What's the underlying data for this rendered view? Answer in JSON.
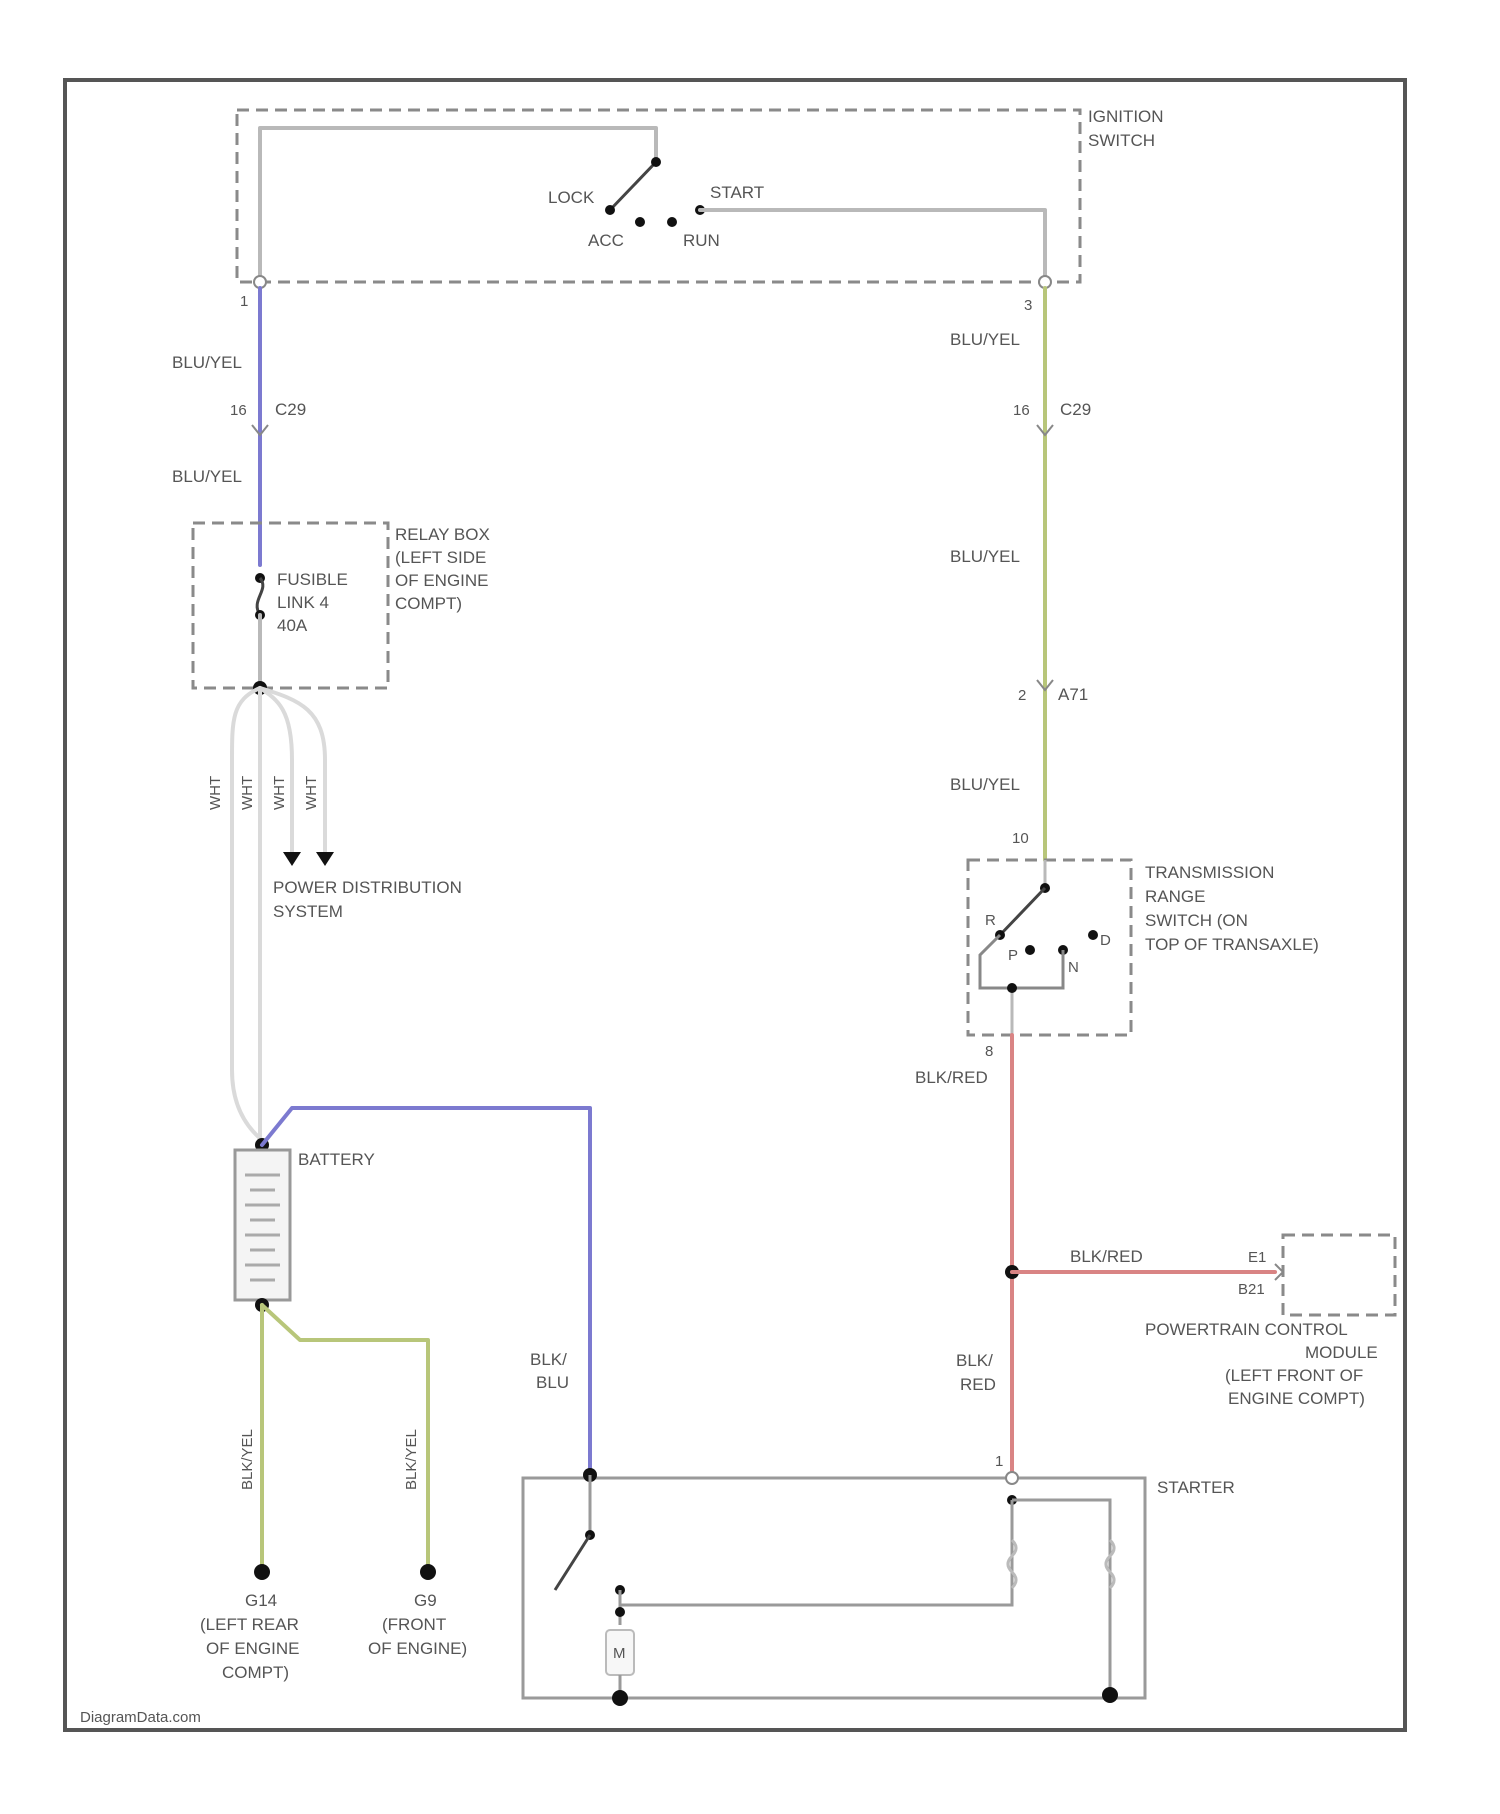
{
  "colors": {
    "background": "#ffffff",
    "frame": "#555555",
    "wire_default": "#b9b9b9",
    "wire_blue": "#7c7ad0",
    "wire_yellow": "#b8c67a",
    "wire_red": "#d98484",
    "wire_white": "#e0e0e0",
    "node": "#111111"
  },
  "ignition_switch": {
    "title_lines": [
      "IGNITION",
      "SWITCH"
    ],
    "pos_lock": "LOCK",
    "pos_acc": "ACC",
    "pos_run": "RUN",
    "pos_start": "START",
    "pin_left": "1",
    "pin_right": "3"
  },
  "left_branch": {
    "wire_upper": "BLU/YEL",
    "connector_pin": "16",
    "connector_name": "C29",
    "wire_lower": "BLU/YEL"
  },
  "relay_box": {
    "title_lines": [
      "RELAY BOX",
      "(LEFT SIDE",
      "OF ENGINE",
      "COMPT)"
    ],
    "fuse_lines": [
      "FUSIBLE",
      "LINK 4",
      "40A"
    ]
  },
  "fan_wires": [
    "WHT",
    "WHT",
    "WHT",
    "WHT"
  ],
  "power_distribution": {
    "lines": [
      "POWER DISTRIBUTION",
      "SYSTEM"
    ]
  },
  "battery": {
    "label": "BATTERY"
  },
  "grounds": {
    "wire_left": "BLK/YEL",
    "wire_right": "BLK/YEL",
    "g1_name": "G14",
    "g1_lines": [
      "(LEFT REAR",
      "OF ENGINE",
      "COMPT)"
    ],
    "g2_name": "G9",
    "g2_lines": [
      "(FRONT",
      "OF ENGINE)"
    ]
  },
  "right_branch": {
    "wire_1": "BLU/YEL",
    "connector_pin": "16",
    "connector_name": "C29",
    "wire_2": "BLU/YEL",
    "connector2_pin": "2",
    "connector2_name": "A71",
    "wire_3": "BLU/YEL",
    "pin_10": "10"
  },
  "transmission_range_switch": {
    "title_lines": [
      "TRANSMISSION",
      "RANGE",
      "SWITCH (ON",
      "TOP OF TRANSAXLE)"
    ],
    "pos_r": "R",
    "pos_p": "P",
    "pos_n": "N",
    "pos_d": "D",
    "pin_out": "8"
  },
  "starter_feed": {
    "wire_upper": "BLK/RED",
    "wire_pcm": "BLK/RED",
    "wire_lower_lines": [
      "BLK/",
      "RED"
    ],
    "battery_cable_lines": [
      "BLK/",
      "BLU"
    ]
  },
  "pcm": {
    "pin": "E1",
    "connector": "B21",
    "title_lines": [
      "POWERTRAIN CONTROL",
      "MODULE",
      "(LEFT FRONT OF",
      "ENGINE COMPT)"
    ]
  },
  "starter": {
    "label": "STARTER",
    "pin": "1",
    "motor_label": "M"
  },
  "watermark": "DiagramData.com"
}
